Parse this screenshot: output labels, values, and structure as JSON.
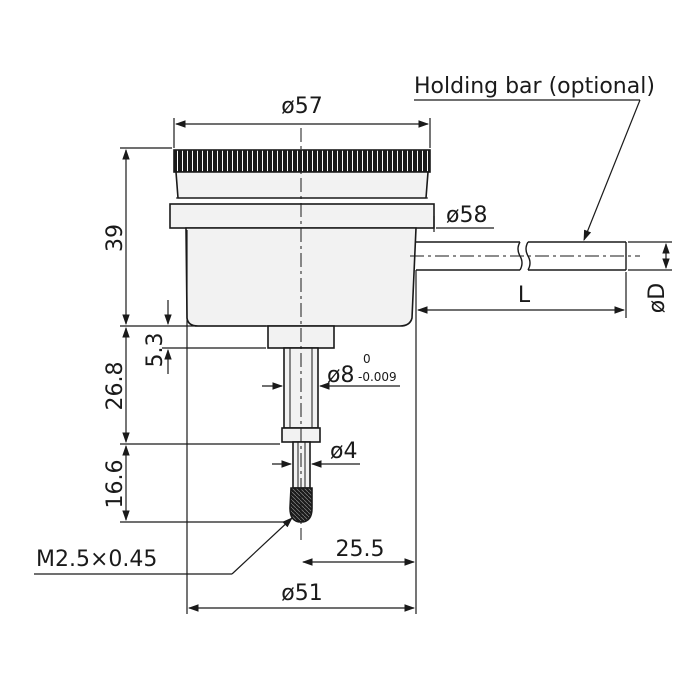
{
  "labels": {
    "holding_bar": "Holding bar (optional)",
    "dia_57": "ø57",
    "dia_58": "ø58",
    "dia_8": "ø8",
    "tol_upper": "0",
    "tol_lower": "-0.009",
    "dia_4": "ø4",
    "dim_39": "39",
    "dim_5_3": "5.3",
    "dim_26_8": "26.8",
    "dim_16_6": "16.6",
    "dim_25_5": "25.5",
    "dia_51": "ø51",
    "dim_L": "L",
    "dia_D": "øD",
    "thread": "M2.5×0.45"
  },
  "colors": {
    "line": "#1a1a1a",
    "body_fill": "#f2f2f2",
    "bezel_fill": "#1a1a1a"
  }
}
